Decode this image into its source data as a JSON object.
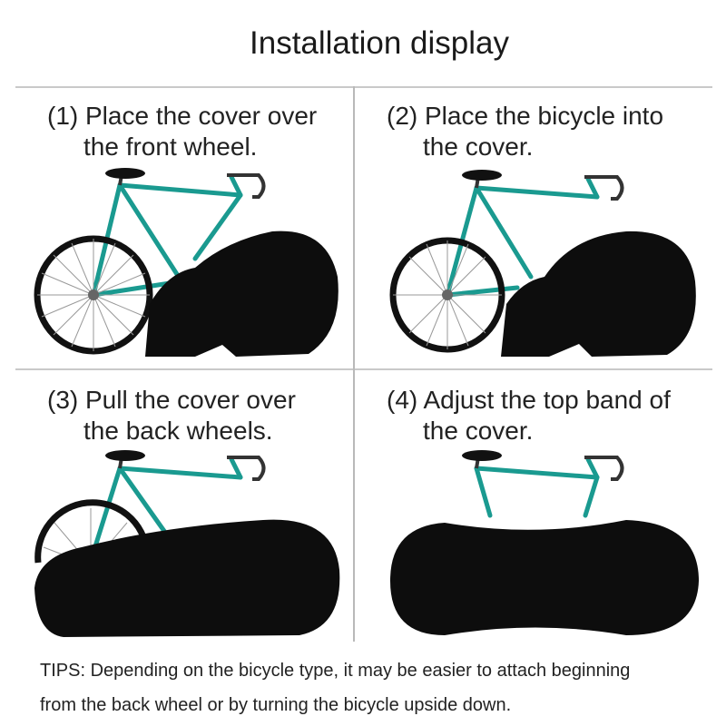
{
  "title": "Installation display",
  "steps": [
    {
      "line1": "(1) Place the cover over",
      "line2": "the front wheel."
    },
    {
      "line1": "(2) Place the bicycle into",
      "line2": "the cover."
    },
    {
      "line1": "(3) Pull the cover over",
      "line2": "the back wheels."
    },
    {
      "line1": "(4) Adjust the top band of",
      "line2": "the cover."
    }
  ],
  "tips": {
    "line1": "TIPS: Depending on the bicycle type, it may be easier to attach beginning",
    "line2": "from the back wheel or by turning the bicycle upside down."
  },
  "colors": {
    "frame": "#1a9a90",
    "cover": "#0d0d0d",
    "divider": "#c4c4c4"
  },
  "icons": [
    "bicycle-illustration",
    "bike-cover"
  ]
}
